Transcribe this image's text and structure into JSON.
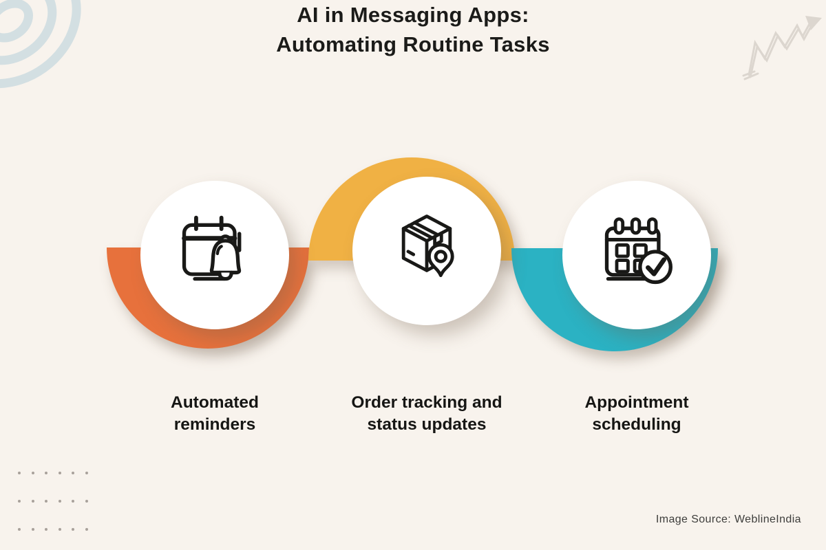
{
  "title": {
    "lines": [
      "AI in Messaging Apps:",
      "Automating Routine Tasks"
    ]
  },
  "steps": [
    {
      "name": "automated-reminders",
      "lines": [
        "Automated",
        "reminders"
      ],
      "icon": "calendar-bell-icon",
      "accent": "#E7713C"
    },
    {
      "name": "order-tracking-and-status-updates",
      "lines": [
        "Order tracking and",
        "status updates"
      ],
      "icon": "package-location-icon",
      "accent": "#F0B144"
    },
    {
      "name": "appointment-scheduling",
      "lines": [
        "Appointment",
        "scheduling"
      ],
      "icon": "calendar-check-icon",
      "accent": "#2BB2C3"
    }
  ],
  "source_credit": "Image Source: WeblineIndia",
  "colors": {
    "background": "#F8F3ED",
    "heading_text": "#1B1B19",
    "icon_stroke": "#191917",
    "circle_fill": "#FFFFFF",
    "orange": "#E7713C",
    "yellow": "#F0B144",
    "teal": "#2BB2C3",
    "spiral_decoration": "#D3DFE2",
    "arrow_decoration": "#DCD6CF",
    "dots": "#A8A19B",
    "source_text": "#3D3D3B"
  },
  "decorations": {
    "target_spiral": "top-left",
    "sketch_arrow": "top-right",
    "dots_grid": {
      "rows": 3,
      "cols": 6,
      "position": "bottom-left"
    }
  }
}
